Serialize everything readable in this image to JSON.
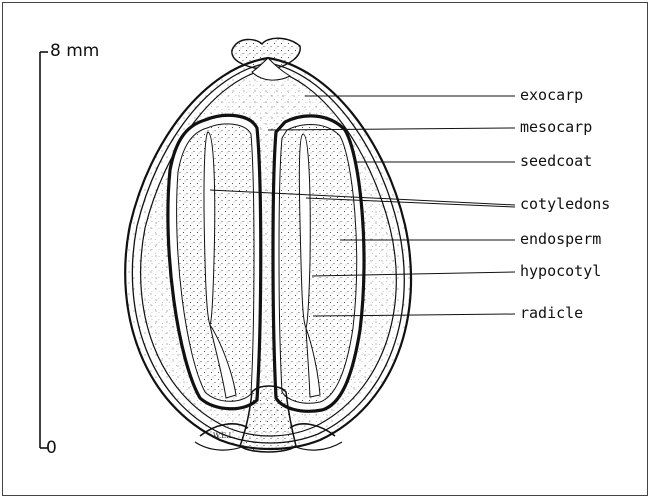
{
  "scale_bar": {
    "top_label": "8 mm",
    "bottom_label": "0"
  },
  "artist_initials": "W.E.L.",
  "labels": {
    "exocarp": "exocarp",
    "mesocarp": "mesocarp",
    "seedcoat": "seedcoat",
    "cotyledons": "cotyledons",
    "endosperm": "endosperm",
    "hypocotyl": "hypocotyl",
    "radicle": "radicle"
  },
  "colors": {
    "ink": "#111111",
    "paper": "#ffffff",
    "frame": "#444444"
  }
}
